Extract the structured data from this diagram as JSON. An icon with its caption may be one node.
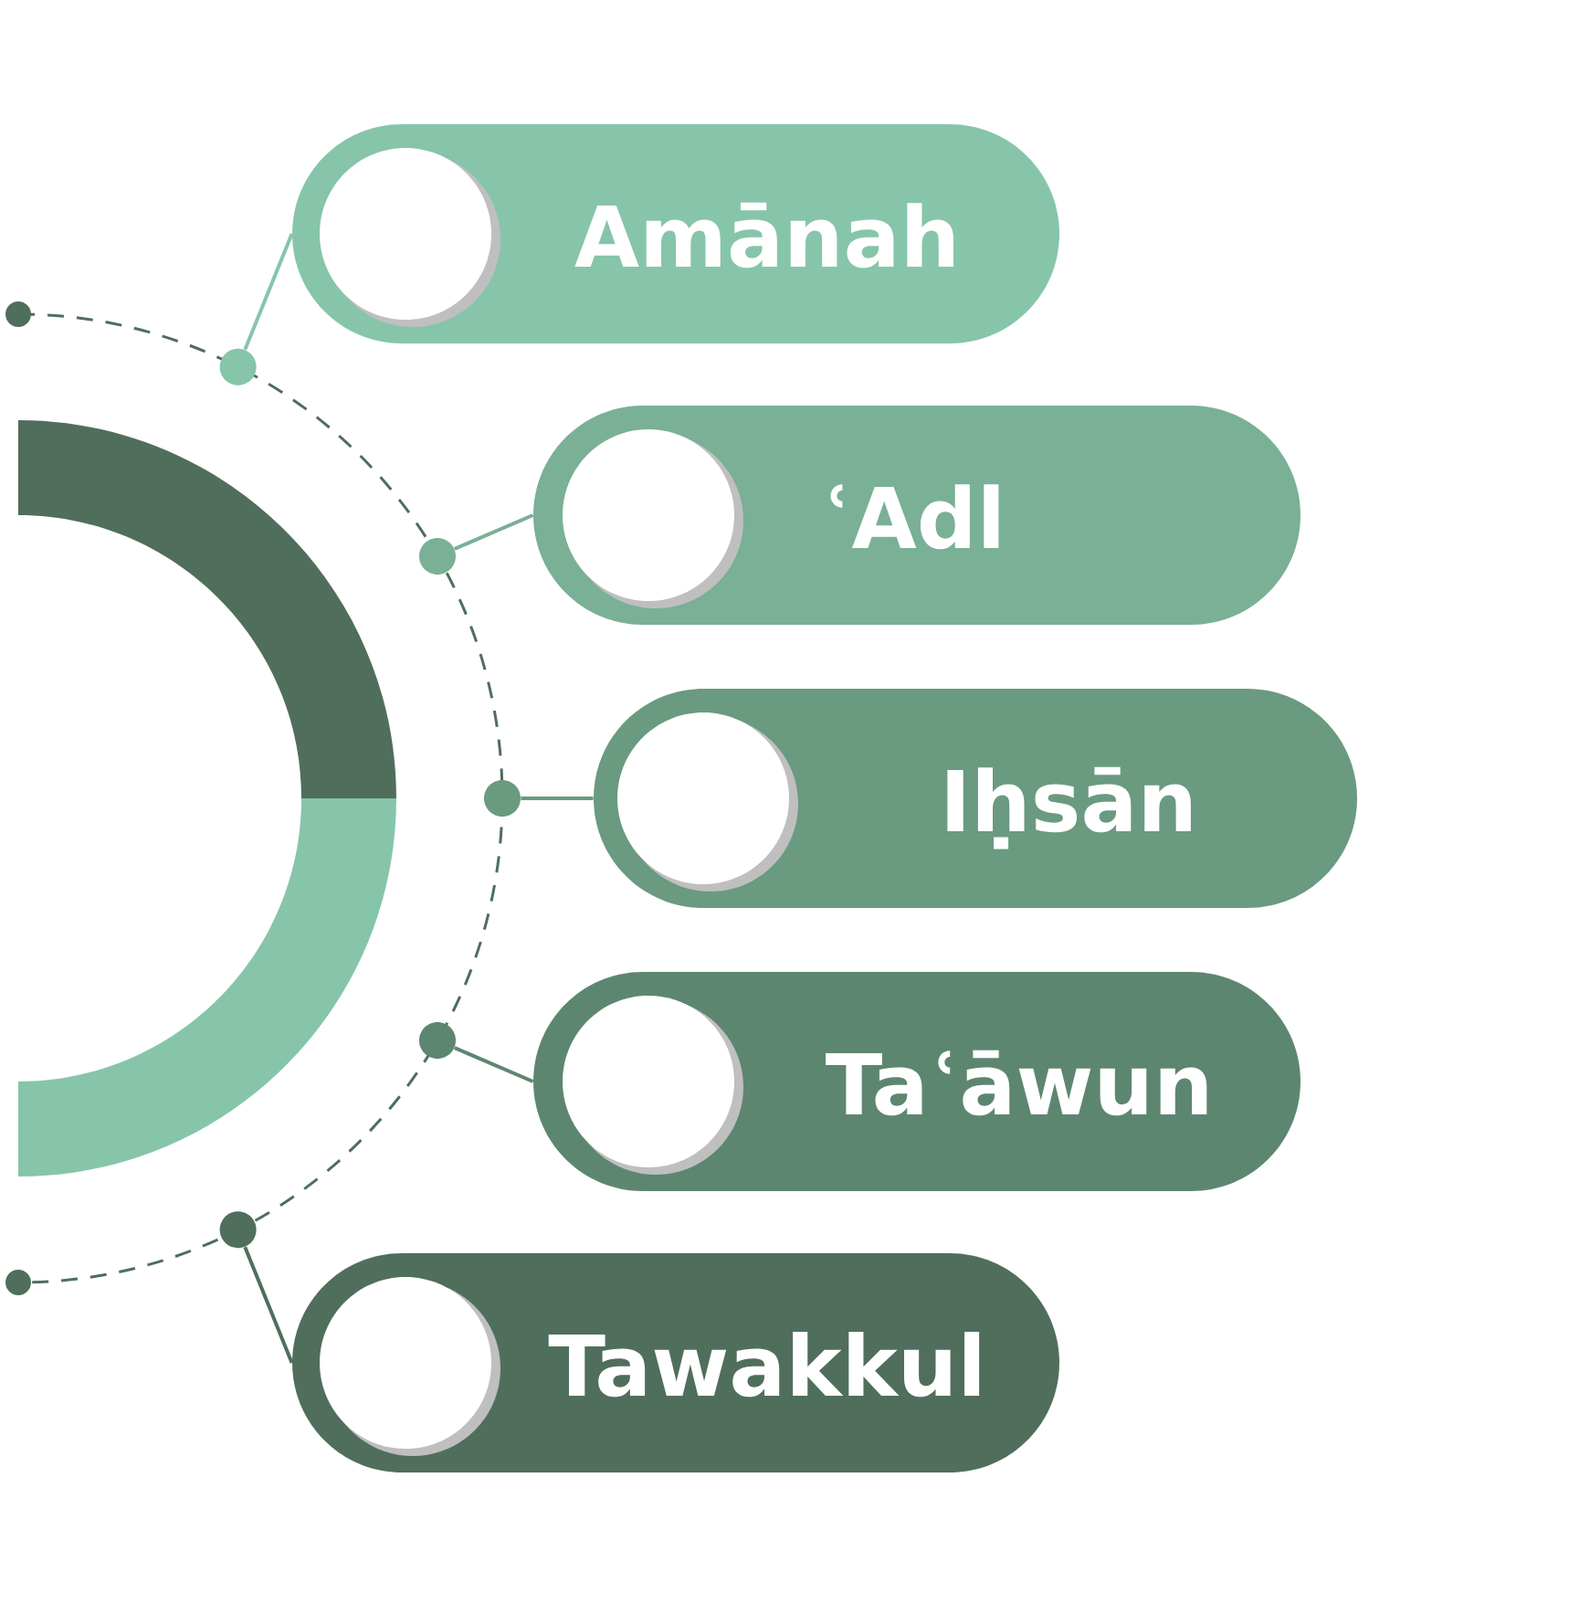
{
  "diagram": {
    "nodes": [
      {
        "text": [
          "Amānah"
        ]
      },
      {
        "text": [
          "ʿAdl"
        ]
      },
      {
        "text": [
          "Iḥsān"
        ]
      },
      {
        "text": [
          "Taʿāwun"
        ]
      },
      {
        "text": [
          "Tawakkul"
        ]
      },
      {
        "text": [],
        "shape": "circle"
      },
      {
        "text": [],
        "shape": "circle"
      },
      {
        "text": [],
        "shape": "circle"
      },
      {
        "text": [],
        "shape": "circle"
      },
      {
        "text": [],
        "shape": "circle"
      }
    ],
    "edges": [
      {
        "from": 5,
        "to": 0,
        "arrow": "none"
      },
      {
        "from": 6,
        "to": 1,
        "arrow": "none"
      },
      {
        "from": 7,
        "to": 2,
        "arrow": "none"
      },
      {
        "from": 8,
        "to": 3,
        "arrow": "none"
      },
      {
        "from": 9,
        "to": 4,
        "arrow": "none"
      }
    ]
  }
}
